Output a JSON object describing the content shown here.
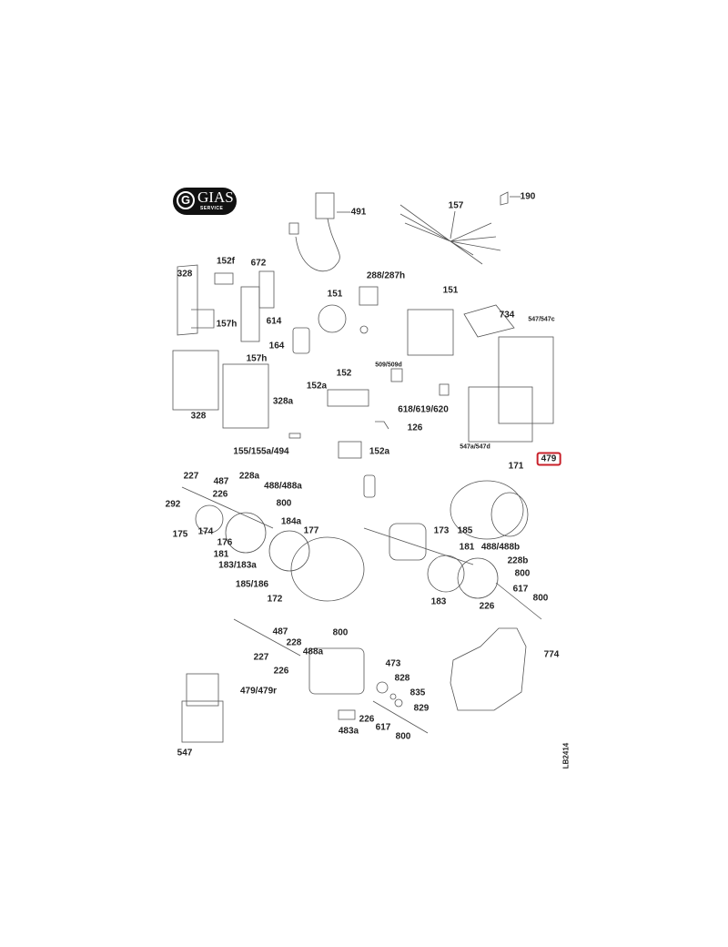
{
  "logo": {
    "brand": "GIAS",
    "sub": "SERVICE",
    "mark": "G"
  },
  "drawing_code": "LB2414",
  "highlight_color": "#c8202a",
  "highlighted_part": "479",
  "labels": [
    "491",
    "157",
    "190",
    "152f",
    "672",
    "328",
    "288/287h",
    "151",
    "151",
    "157h",
    "614",
    "734",
    "547/547c",
    "164",
    "157h",
    "509/509d",
    "152",
    "152a",
    "328a",
    "618/619/620",
    "328",
    "126",
    "155/155a/494",
    "152a",
    "547a/547d",
    "171",
    "227",
    "487",
    "228a",
    "226",
    "488/488a",
    "292",
    "800",
    "184a",
    "177",
    "175",
    "174",
    "176",
    "173",
    "185",
    "181",
    "181",
    "488/488b",
    "228b",
    "183/183a",
    "800",
    "185/186",
    "617",
    "172",
    "183",
    "226",
    "800",
    "487",
    "800",
    "228",
    "488a",
    "774",
    "227",
    "473",
    "226",
    "828",
    "479/479r",
    "835",
    "829",
    "226",
    "483a",
    "617",
    "800",
    "547"
  ]
}
